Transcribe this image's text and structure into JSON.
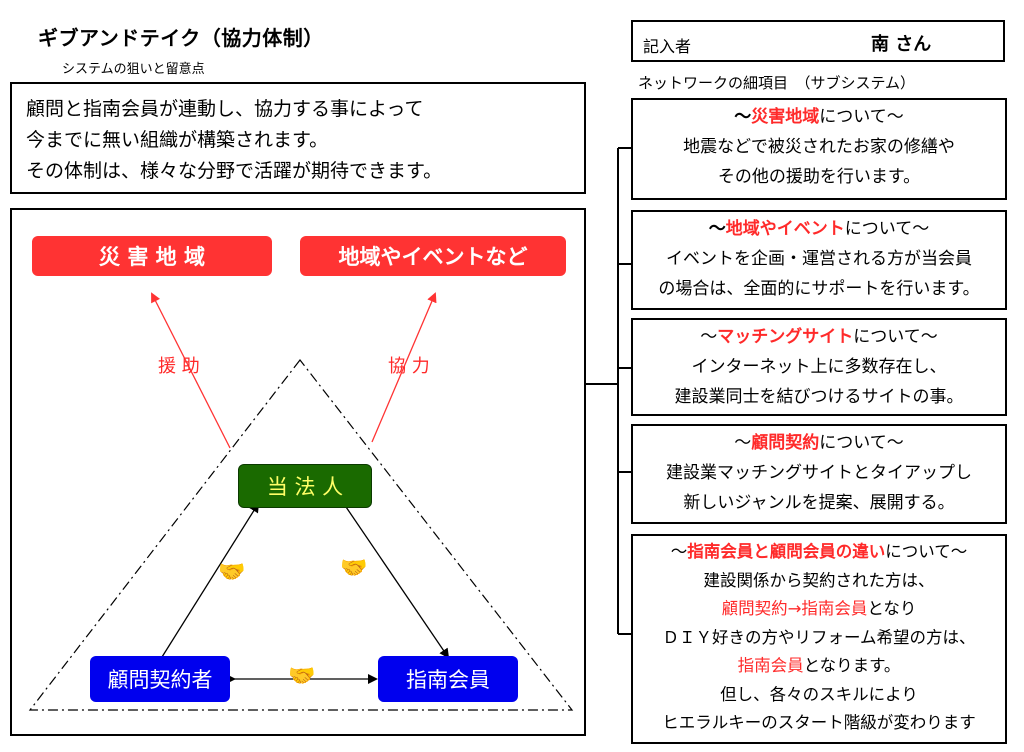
{
  "header": {
    "title": "ギブアンドテイク（協力体制）",
    "subtitle": "システムの狙いと留意点"
  },
  "intro": {
    "lines": [
      "顧問と指南会員が連動し、協力する事によって",
      "今までに無い組織が構築されます。",
      "その体制は、様々な分野で活躍が期待できます。"
    ]
  },
  "writer": {
    "label": "記入者",
    "name": "南 さん"
  },
  "network_label": "ネットワークの細項目　（サブシステム）",
  "cards": [
    {
      "pre": "～",
      "title": "災害地域",
      "post": "について～",
      "lines": [
        "地震などで被災されたお家の修繕や",
        "その他の援助を行います。"
      ]
    },
    {
      "pre": "～",
      "title": "地域やイベント",
      "post": "について～",
      "lines": [
        "イベントを企画・運営される方が当会員",
        "の場合は、全面的にサポートを行います。"
      ]
    },
    {
      "pre": "～",
      "title": "マッチングサイト",
      "post": "について～",
      "lines": [
        "インターネット上に多数存在し、",
        "建設業同士を結びつけるサイトの事。"
      ]
    },
    {
      "pre": "～",
      "title": "顧問契約",
      "post": "について～",
      "lines": [
        "建設業マッチングサイトとタイアップし",
        "新しいジャンルを提案、展開する。"
      ]
    },
    {
      "pre": "～",
      "title": "指南会員と顧問会員の違い",
      "post": "について～",
      "line1": "建設関係から契約された方は、",
      "line2_red": "顧問契約→指南会員",
      "line2_rest": "となり",
      "line3": "ＤＩＹ好きの方やリフォーム希望の方は、",
      "line4_red": "指南会員",
      "line4_rest": "となります。",
      "line5": "但し、各々のスキルにより",
      "line6": "ヒエラルキーのスタート階級が変わります"
    }
  ],
  "diagram": {
    "target_left": "災 害 地 域",
    "target_right": "地域やイベントなど",
    "arrow_left_label": "援 助",
    "arrow_right_label": "協 力",
    "center": "当 法 人",
    "bottom_left": "顧問契約者",
    "bottom_right": "指南会員",
    "colors": {
      "red": "#ff3333",
      "center_bg": "#1a6a00",
      "center_text": "#ffff66",
      "node_bg": "#0000ee"
    }
  }
}
